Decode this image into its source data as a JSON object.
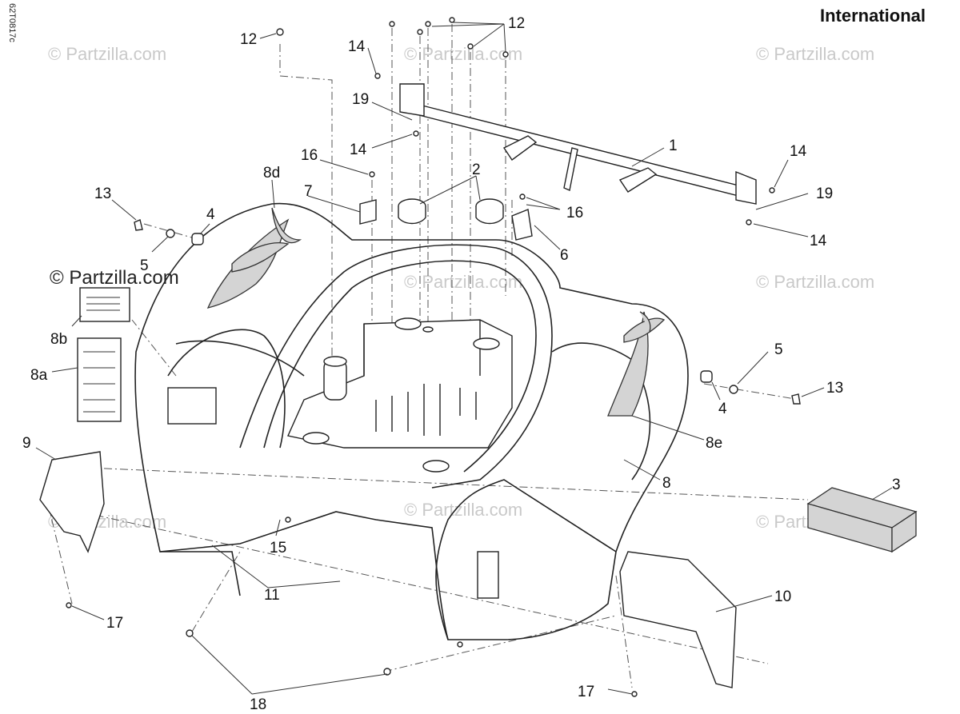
{
  "header": {
    "title": "International",
    "diagram_code": "62T0817c"
  },
  "watermark": {
    "text": "© Partzilla.com",
    "copyright_label": "© Partzilla.com"
  },
  "callouts": {
    "c1": "1",
    "c2": "2",
    "c3": "3",
    "c4a": "4",
    "c4b": "4",
    "c5a": "5",
    "c5b": "5",
    "c6": "6",
    "c7": "7",
    "c8": "8",
    "c8a": "8a",
    "c8b": "8b",
    "c8d": "8d",
    "c8e": "8e",
    "c9": "9",
    "c10": "10",
    "c11": "11",
    "c12a": "12",
    "c12b": "12",
    "c13a": "13",
    "c13b": "13",
    "c14a": "14",
    "c14b": "14",
    "c14c": "14",
    "c14d": "14",
    "c15": "15",
    "c16a": "16",
    "c16b": "16",
    "c17a": "17",
    "c17b": "17",
    "c18": "18",
    "c19a": "19",
    "c19b": "19"
  }
}
